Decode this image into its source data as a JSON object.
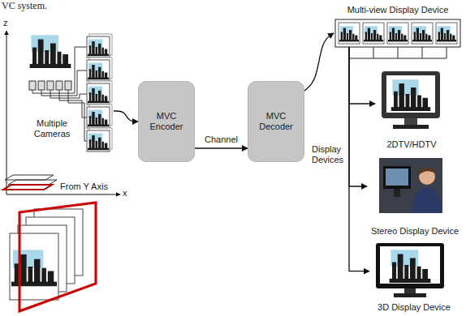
{
  "diagram": {
    "nodes": [
      {
        "text": [
          "Multiple Cameras"
        ]
      },
      {
        "text": [
          "MVC Encoder"
        ]
      },
      {
        "text": [
          "MVC Decoder"
        ]
      },
      {
        "text": [
          "Multi-view Display Device"
        ]
      },
      {
        "text": [
          "2DTV/HDTV"
        ]
      },
      {
        "text": [
          "Stereo Display Device"
        ]
      },
      {
        "text": [
          "3D Display Device"
        ]
      }
    ],
    "edges": [
      {
        "from": 0,
        "to": 1,
        "arrow": "to"
      },
      {
        "from": 1,
        "to": 2,
        "arrow": "to",
        "label": "Channel"
      },
      {
        "from": 2,
        "to": 3,
        "arrow": "to"
      },
      {
        "from": 3,
        "to": 4,
        "arrow": "to"
      },
      {
        "from": 3,
        "to": 5,
        "arrow": "to"
      },
      {
        "from": 3,
        "to": 6,
        "arrow": "to"
      }
    ],
    "labels": [
      "VC system.",
      "z",
      "x",
      "From Y Axis",
      "Display Devices"
    ]
  }
}
